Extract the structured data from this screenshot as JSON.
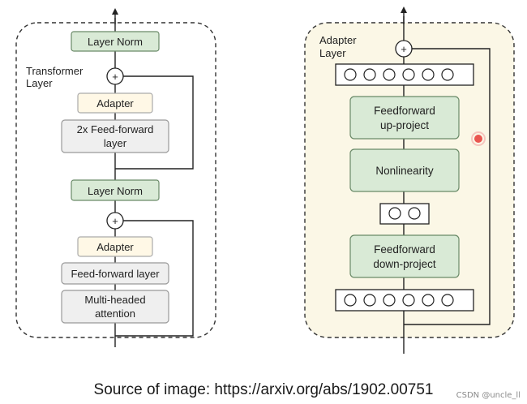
{
  "left_panel": {
    "title_line1": "Transformer",
    "title_line2": "Layer",
    "top_layer_norm": "Layer Norm",
    "upper_adapter": "Adapter",
    "ffn_line1": "2x Feed-forward",
    "ffn_line2": "layer",
    "mid_layer_norm": "Layer Norm",
    "lower_adapter": "Adapter",
    "ffn_small": "Feed-forward layer",
    "mha_line1": "Multi-headed",
    "mha_line2": "attention",
    "plus_symbol": "+"
  },
  "right_panel": {
    "title_line1": "Adapter",
    "title_line2": "Layer",
    "up_project_line1": "Feedforward",
    "up_project_line2": "up-project",
    "nonlinearity": "Nonlinearity",
    "down_project_line1": "Feedforward",
    "down_project_line2": "down-project",
    "plus_symbol": "+"
  },
  "caption": "Source of image: https://arxiv.org/abs/1902.00751",
  "watermark": "CSDN @uncle_ll",
  "colors": {
    "green_box": "#d9ead6",
    "green_border": "#6a8a68",
    "adapter_box": "#fff8e6",
    "gray_box": "#efefef",
    "right_panel_bg": "#fbf7e6",
    "pointer_dot": "#e53935"
  }
}
